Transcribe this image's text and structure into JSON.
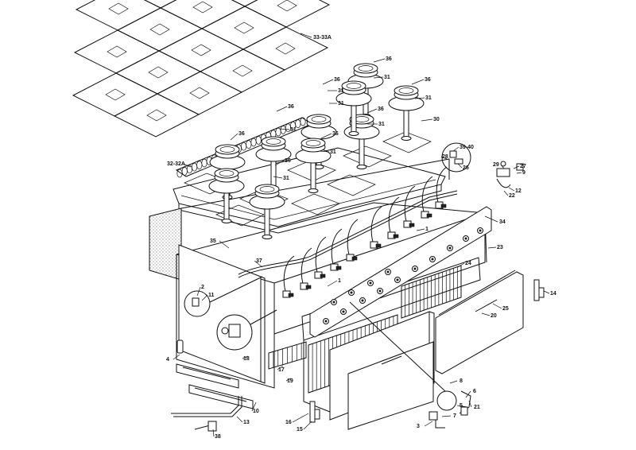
{
  "diagram": {
    "callouts": [
      "33-33A",
      "36",
      "36",
      "36",
      "36",
      "36",
      "36",
      "36",
      "36",
      "31",
      "31",
      "31",
      "31",
      "31",
      "31",
      "31",
      "31",
      "30",
      "32-32A",
      "39-40",
      "28",
      "26",
      "29",
      "27",
      "9",
      "12",
      "22",
      "34",
      "35",
      "37",
      "23",
      "24",
      "1",
      "1",
      "2",
      "11",
      "14",
      "25",
      "20",
      "4",
      "18",
      "17",
      "19",
      "10",
      "13",
      "38",
      "16",
      "15",
      "3",
      "8",
      "6",
      "5",
      "21",
      "7"
    ]
  }
}
